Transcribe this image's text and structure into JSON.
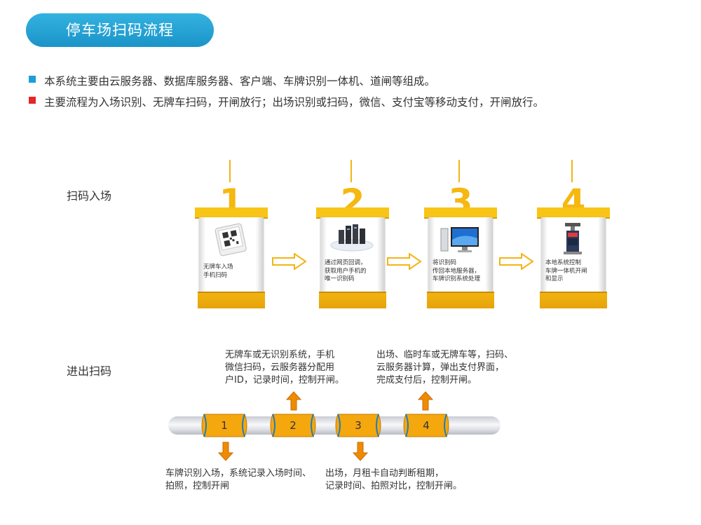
{
  "title": "停车场扫码流程",
  "bullets": [
    {
      "text": "本系统主要由云服务器、数据库服务器、客户端、车牌识别一体机、道闸等组成。",
      "color": "#1a9fd8"
    },
    {
      "text": "主要流程为入场识别、无牌车扫码，开闸放行；出场识别或扫码，微信、支付宝等移动支付，开闸放行。",
      "color": "#e5262b"
    }
  ],
  "section1": {
    "label": "扫码入场",
    "steps": [
      {
        "num": "1",
        "icon": "tablet-qr-icon",
        "line1": "无牌车入场",
        "line2": "手机扫码",
        "line3": ""
      },
      {
        "num": "2",
        "icon": "cloud-servers-icon",
        "line1": "通过网页回调，",
        "line2": "获取用户手机的",
        "line3": "唯一识别码"
      },
      {
        "num": "3",
        "icon": "computer-icon",
        "line1": "将识别码",
        "line2": "传回本地服务器，",
        "line3": "车牌识别系统处理"
      },
      {
        "num": "4",
        "icon": "gate-camera-icon",
        "line1": "本地系统控制",
        "line2": "车牌一体机开闸",
        "line3": "和显示"
      }
    ]
  },
  "section2": {
    "label": "进出扫码",
    "joints": [
      "1",
      "2",
      "3",
      "4"
    ],
    "note_top_left": [
      "无牌车或无识别系统，手机",
      "微信扫码，云服务器分配用",
      "户ID，记录时间，控制开闸。"
    ],
    "note_top_right": [
      "出场、临时车或无牌车等，扫码、",
      "云服务器计算，弹出支付界面，",
      "完成支付后，控制开闸。"
    ],
    "note_bottom_left": [
      "车牌识别入场，系统记录入场时间、",
      "拍照，控制开闸"
    ],
    "note_bottom_right": [
      "出场，月租卡自动判断租期，",
      "记录时间、拍照对比，控制开闸。"
    ]
  },
  "colors": {
    "title_bg": "#1b9ed3",
    "accent_yellow": "#f5b811",
    "arrow_orange": "#f08a00"
  }
}
